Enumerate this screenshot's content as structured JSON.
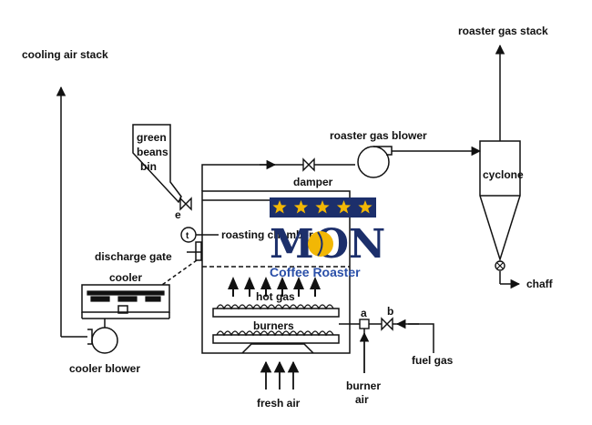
{
  "labels": {
    "cooling_air_stack": "cooling air stack",
    "roaster_gas_stack": "roaster gas stack",
    "green_beans_bin": [
      "green",
      "beans",
      "bin"
    ],
    "roaster_gas_blower": "roaster gas blower",
    "damper": "damper",
    "cyclone": "cyclone",
    "chaff": "chaff",
    "roasting_chamber": "roasting chamber",
    "discharge_gate": "discharge gate",
    "cooler": "cooler",
    "cooler_blower": "cooler blower",
    "hot_gas": "hot gas",
    "burners": "burners",
    "fresh_air": "fresh air",
    "burner_air": [
      "burner",
      "air"
    ],
    "fuel_gas": "fuel gas",
    "valve_a": "a",
    "valve_b": "b",
    "valve_e": "e",
    "thermo": "t"
  },
  "logo": {
    "word": "MON",
    "subtitle": "Coffee Roaster",
    "stars": 5,
    "colors": {
      "navy": "#1c2f6b",
      "gold": "#f2b705",
      "blue": "#2a4fa8"
    }
  }
}
